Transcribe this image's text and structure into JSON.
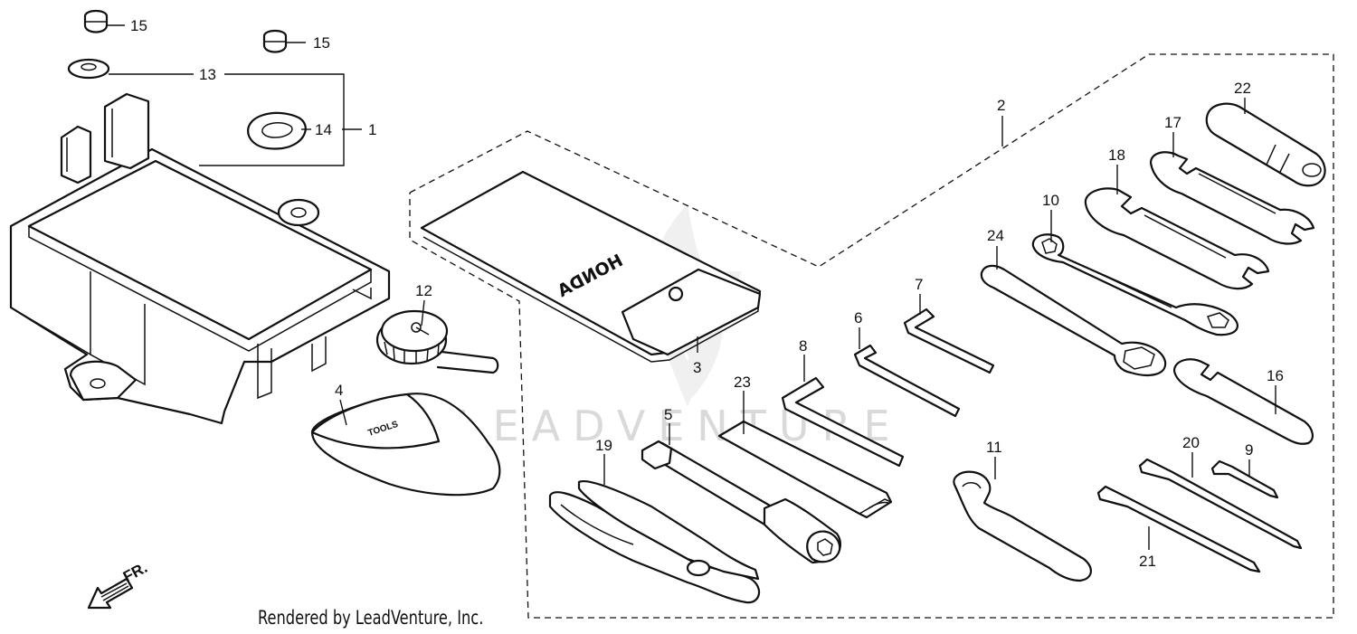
{
  "callouts": {
    "c1": "1",
    "c2": "2",
    "c3": "3",
    "c4": "4",
    "c5": "5",
    "c6": "6",
    "c7": "7",
    "c8": "8",
    "c9": "9",
    "c10": "10",
    "c11": "11",
    "c12": "12",
    "c13": "13",
    "c14": "14",
    "c15a": "15",
    "c15b": "15",
    "c16": "16",
    "c17": "17",
    "c18": "18",
    "c19": "19",
    "c20": "20",
    "c21": "21",
    "c22": "22",
    "c23": "23",
    "c24": "24"
  },
  "watermark": "LEADVENTURE",
  "tool_bag_brand": "HONDA",
  "front_arrow_label": "FR.",
  "footer": "Rendered by LeadVenture, Inc."
}
